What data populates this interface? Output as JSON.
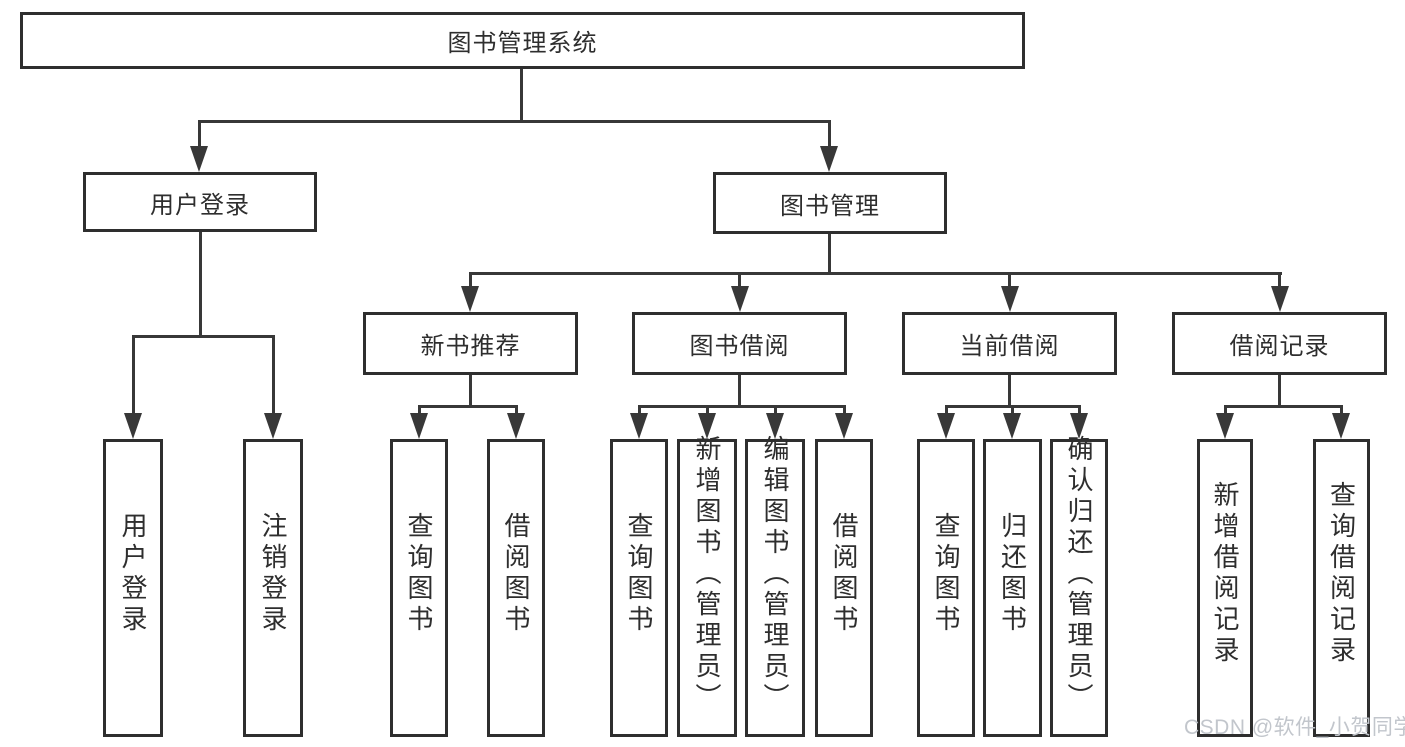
{
  "tree": {
    "root": {
      "label": "图书管理系统"
    },
    "branches": [
      {
        "label": "用户登录",
        "children": [
          {
            "label": "用户登录"
          },
          {
            "label": "注销登录"
          }
        ]
      },
      {
        "label": "图书管理",
        "groups": [
          {
            "label": "新书推荐",
            "children": [
              {
                "label": "查询图书"
              },
              {
                "label": "借阅图书"
              }
            ]
          },
          {
            "label": "图书借阅",
            "children": [
              {
                "label": "查询图书"
              },
              {
                "label": "新增图书（管理员）"
              },
              {
                "label": "编辑图书（管理员）"
              },
              {
                "label": "借阅图书"
              }
            ]
          },
          {
            "label": "当前借阅",
            "children": [
              {
                "label": "查询图书"
              },
              {
                "label": "归还图书"
              },
              {
                "label": "确认归还（管理员）"
              }
            ]
          },
          {
            "label": "借阅记录",
            "children": [
              {
                "label": "新增借阅记录"
              },
              {
                "label": "查询借阅记录"
              }
            ]
          }
        ]
      }
    ]
  },
  "watermark": {
    "text": "CSDN @软件_小贺同学"
  },
  "colors": {
    "line": "#383838",
    "border": "#2e2e2e",
    "text": "#2e2e2e",
    "watermark_text": "#c2c6cc",
    "background": "#ffffff"
  }
}
